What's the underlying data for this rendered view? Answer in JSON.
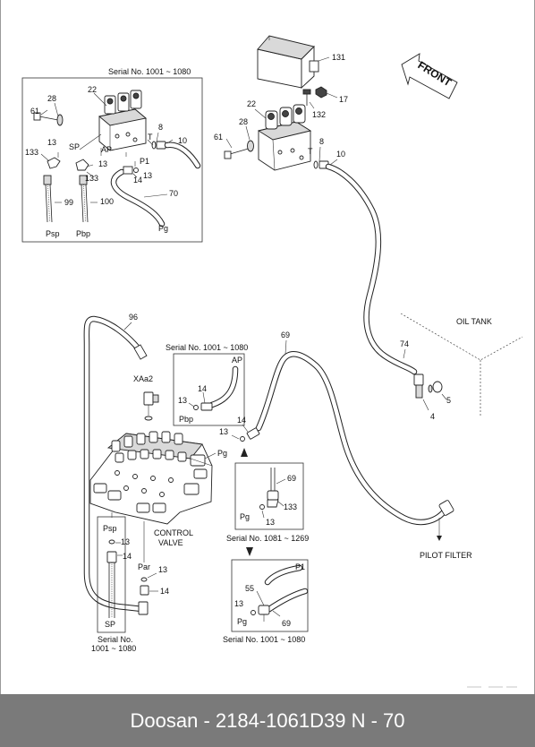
{
  "labels": {
    "serial_top_inset": "Serial No. 1001 ~ 1080",
    "serial_mid_inset": "Serial No. 1001 ~ 1080",
    "serial_1081": "Serial No. 1081 ~ 1269",
    "serial_bottom": "Serial No. 1001 ~ 1080",
    "serial_left_1": "Serial No.",
    "serial_left_2": "1001 ~ 1080",
    "front": "FRONT",
    "oil_tank": "OIL TANK",
    "pilot_filter": "PILOT FILTER",
    "control_valve_1": "CONTROL",
    "control_valve_2": "VALVE",
    "n131": "131",
    "n17": "17",
    "n132": "132",
    "n22a": "22",
    "n28a": "28",
    "n61a": "61",
    "n8a": "8",
    "nTa": "T",
    "n10a": "10",
    "n22b": "22",
    "n28b": "28",
    "n61b": "61",
    "n8b": "8",
    "nTb": "T",
    "n10b": "10",
    "n13a": "13",
    "nSP": "SP",
    "nAP": "AP",
    "n133a": "133",
    "n13b": "13",
    "nP1a": "P1",
    "n13c": "13",
    "n14a": "14",
    "n133b": "133",
    "n70": "70",
    "n99": "99",
    "n100": "100",
    "nPsp": "Psp",
    "nPbp": "Pbp",
    "nPga": "Pg",
    "n96": "96",
    "nXAa2": "XAa2",
    "n69a": "69",
    "n74": "74",
    "n5": "5",
    "n4": "4",
    "nAP2": "AP",
    "n14b": "14",
    "n13d": "13",
    "nPbp2": "Pbp",
    "n14c": "14",
    "n13e": "13",
    "nPgb": "Pg",
    "n69b": "69",
    "n133c": "133",
    "nPgc": "Pg",
    "n13f": "13",
    "nPsp2": "Psp",
    "n13g": "13",
    "n14d": "14",
    "nPar": "Par",
    "n13h": "13",
    "n14e": "14",
    "nSP2": "SP",
    "nP1b": "P1",
    "n55": "55",
    "n13i": "13",
    "nPgd": "Pg",
    "n69c": "69"
  },
  "footer": {
    "text": "Doosan - 2184-1061D39     N - 70"
  },
  "colors": {
    "footer_bg": "#7a7a7a",
    "line": "#222222"
  }
}
